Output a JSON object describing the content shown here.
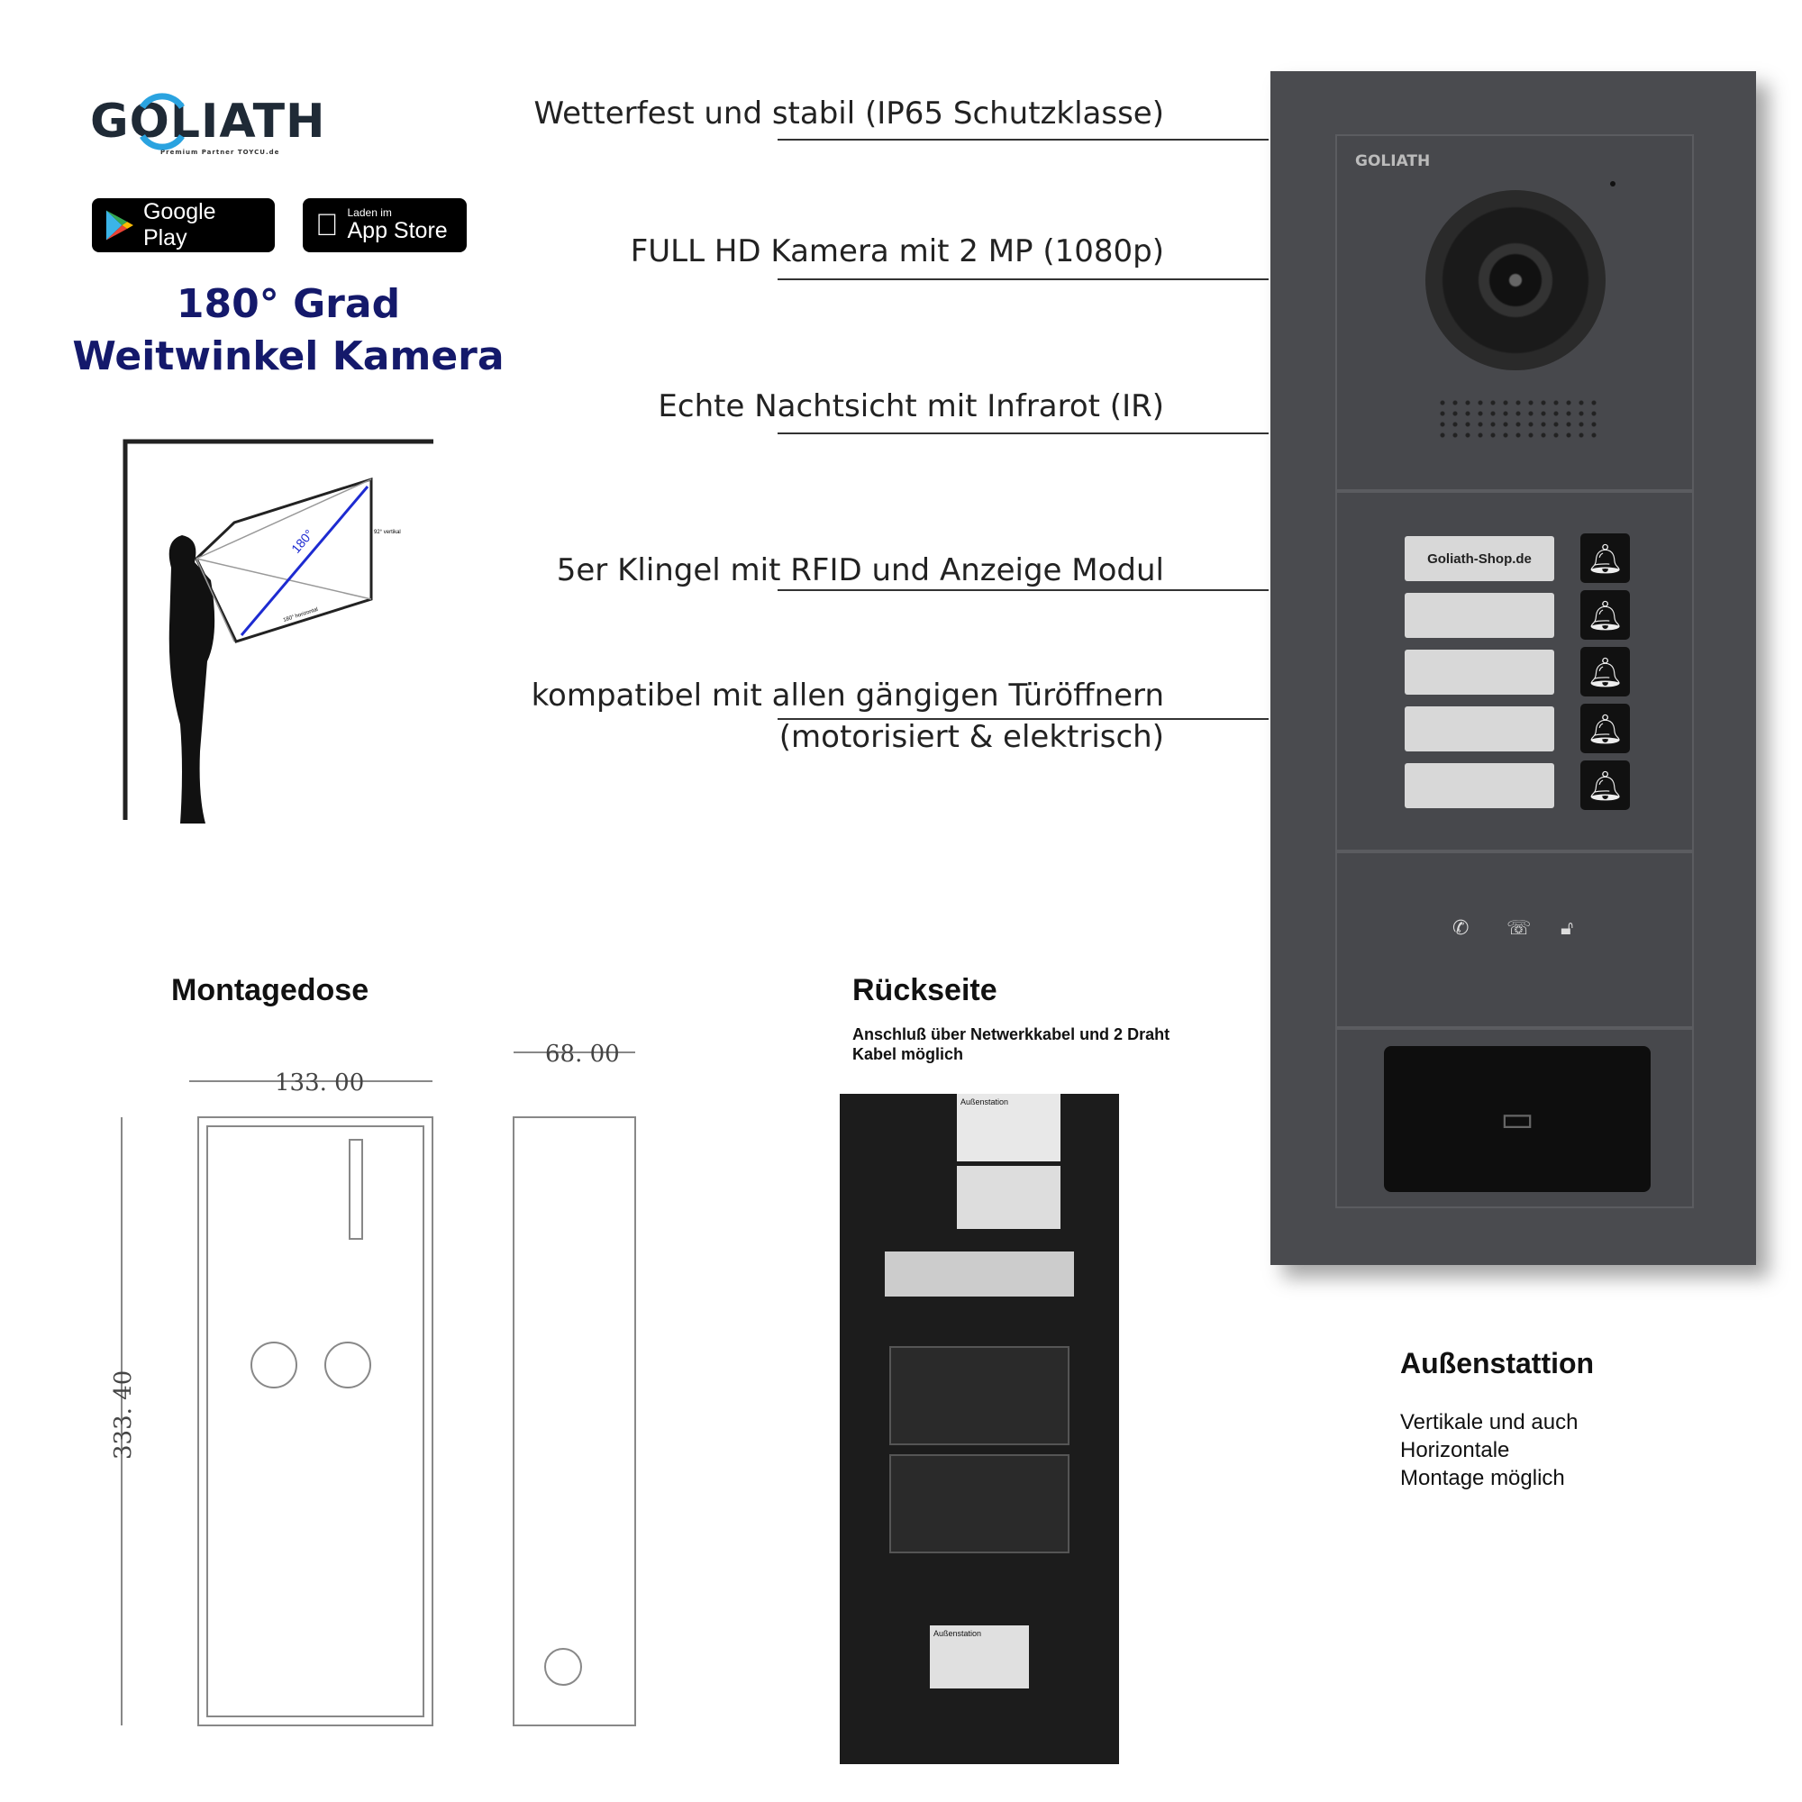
{
  "logo": {
    "text": "GOLIATH",
    "tagline": "Premium Partner TOYCU.de"
  },
  "stores": {
    "google": "Google Play",
    "apple_small": "Laden im",
    "apple": "App Store"
  },
  "camera_heading": {
    "line1": "180° Grad",
    "line2": "Weitwinkel Kamera"
  },
  "diagram": {
    "angle": "180°",
    "vertical": "92° vertikal",
    "horizontal": "180° horizontal"
  },
  "features": [
    "Wetterfest und stabil (IP65 Schutzklasse)",
    "FULL HD Kamera mit 2 MP (1080p)",
    "Echte Nachtsicht mit Infrarot (IR)",
    "5er Klingel mit RFID und Anzeige Modul",
    "kompatibel mit allen gängigen Türöffnern",
    "(motorisiert & elektrisch)"
  ],
  "montagedose": {
    "title": "Montagedose",
    "width": "133. 00",
    "height": "333. 40",
    "depth": "68. 00"
  },
  "rueckseite": {
    "title": "Rückseite",
    "desc1": "Anschluß über Netwerkkabel und 2 Draht",
    "desc2": "Kabel möglich",
    "label": "Außenstation"
  },
  "panel": {
    "brand": "GOLIATH",
    "nameplate": "Goliath-Shop.de",
    "bell_count": 5
  },
  "aussen": {
    "title": "Außenstattion",
    "l1": "Vertikale und auch",
    "l2": "Horizontale",
    "l3": "Montage möglich"
  },
  "colors": {
    "panel": "#4a4b4f",
    "heading_blue": "#14196b",
    "logo_blue": "#2aa3e0"
  }
}
